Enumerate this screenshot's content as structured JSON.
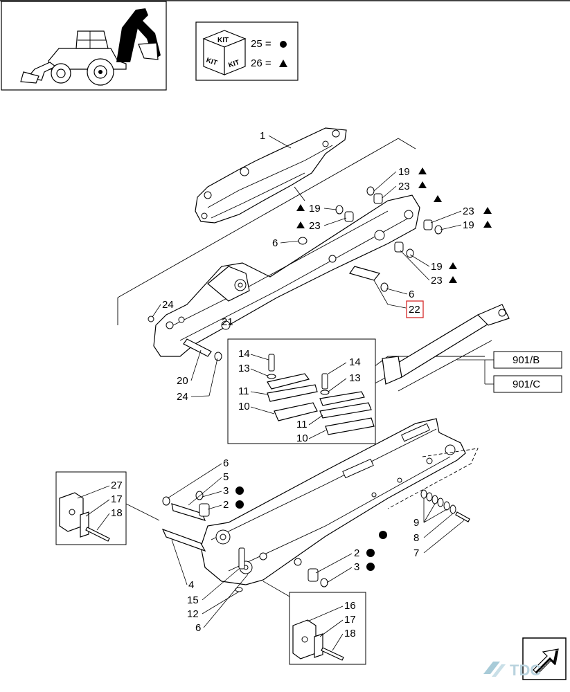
{
  "kit_legend": {
    "kit_box_text": [
      "KIT",
      "KIT",
      "KIT"
    ],
    "entry_25": "25 =",
    "entry_26": "26 ="
  },
  "references": {
    "ref_b": "901/B",
    "ref_c": "901/C"
  },
  "highlighted_callout": "22",
  "watermark": "TDC",
  "callouts": {
    "c1": "1",
    "c19a": "19",
    "c23a": "23",
    "c19b": "19",
    "c23b": "23",
    "c23c": "23",
    "c19c": "19",
    "c6a": "6",
    "c19d": "19",
    "c23d": "23",
    "c6b": "6",
    "c24a": "24",
    "c21": "21",
    "c20": "20",
    "c24b": "24",
    "c14a": "14",
    "c13a": "13",
    "c11a": "11",
    "c10a": "10",
    "c14b": "14",
    "c13b": "13",
    "c11b": "11",
    "c10b": "10",
    "c6c": "6",
    "c5": "5",
    "c3a": "3",
    "c2a": "2",
    "c27": "27",
    "c17a": "17",
    "c18a": "18",
    "c9": "9",
    "c8": "8",
    "c7": "7",
    "c2b": "2",
    "c3b": "3",
    "c4": "4",
    "c15": "15",
    "c12": "12",
    "c6d": "6",
    "c16": "16",
    "c17b": "17",
    "c18b": "18"
  }
}
